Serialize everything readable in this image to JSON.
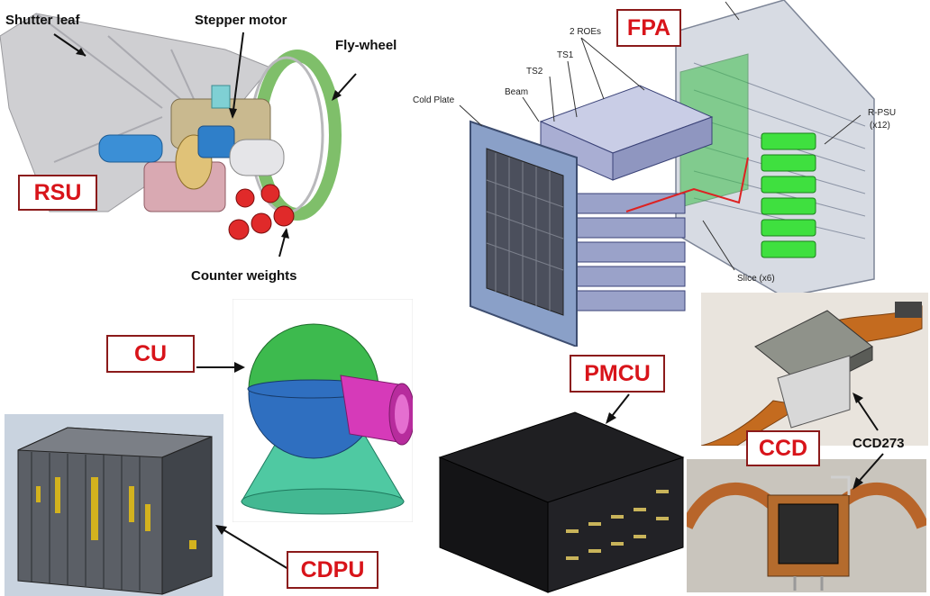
{
  "rsu": {
    "box_label": "RSU",
    "labels": {
      "shutter_leaf": "Shutter leaf",
      "stepper_motor": "Stepper motor",
      "fly_wheel": "Fly-wheel",
      "counter_weights": "Counter weights"
    }
  },
  "fpa": {
    "box_label": "FPA",
    "labels": {
      "two_roes": "2 ROEs",
      "ts1": "TS1",
      "ts2": "TS2",
      "beam": "Beam",
      "cold_plate": "Cold Plate",
      "r_psu": "R-PSU",
      "r_psu_count": "(x12)",
      "slice": "Slice (x6)"
    }
  },
  "cu": {
    "box_label": "CU"
  },
  "pmcu": {
    "box_label": "PMCU"
  },
  "ccd": {
    "box_label": "CCD",
    "ccd273": "CCD273"
  },
  "cdpu": {
    "box_label": "CDPU"
  },
  "colors": {
    "label_red": "#d8141a",
    "label_border": "#8b1a1a",
    "cu_dome": "#33b34a",
    "cu_body": "#2f6fc0",
    "cu_nozzle": "#d63ab9",
    "cu_base": "#49c7a0",
    "fpa_green": "#2fcc2f",
    "fpa_frame": "#8aa0c8"
  }
}
